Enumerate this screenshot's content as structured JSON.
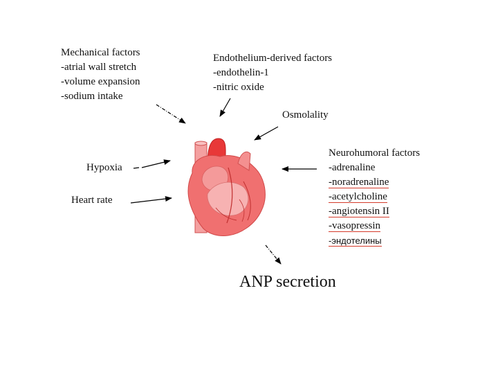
{
  "mechanical": {
    "title": "Mechanical factors",
    "items": [
      "-atrial wall stretch",
      "-volume expansion",
      "-sodium intake"
    ]
  },
  "endothelium": {
    "title": "Endothelium-derived factors",
    "items": [
      "-endothelin-1",
      "-nitric oxide"
    ]
  },
  "osmolality": "Osmolality",
  "neurohumoral": {
    "title": "Neurohumoral factors",
    "items": [
      "-adrenaline",
      "-noradrenaline",
      "-acetylcholine",
      "-angiotensin II",
      "-vasopressin"
    ],
    "extra": "-эндотелины"
  },
  "hypoxia": "Hypoxia",
  "heart_rate": "Heart rate",
  "result": "ANP secretion",
  "colors": {
    "heart": "#f07070",
    "heart_dark": "#e03a3a",
    "accent_underline": "#d43a2a"
  },
  "icons": {
    "center": "heart-icon"
  }
}
